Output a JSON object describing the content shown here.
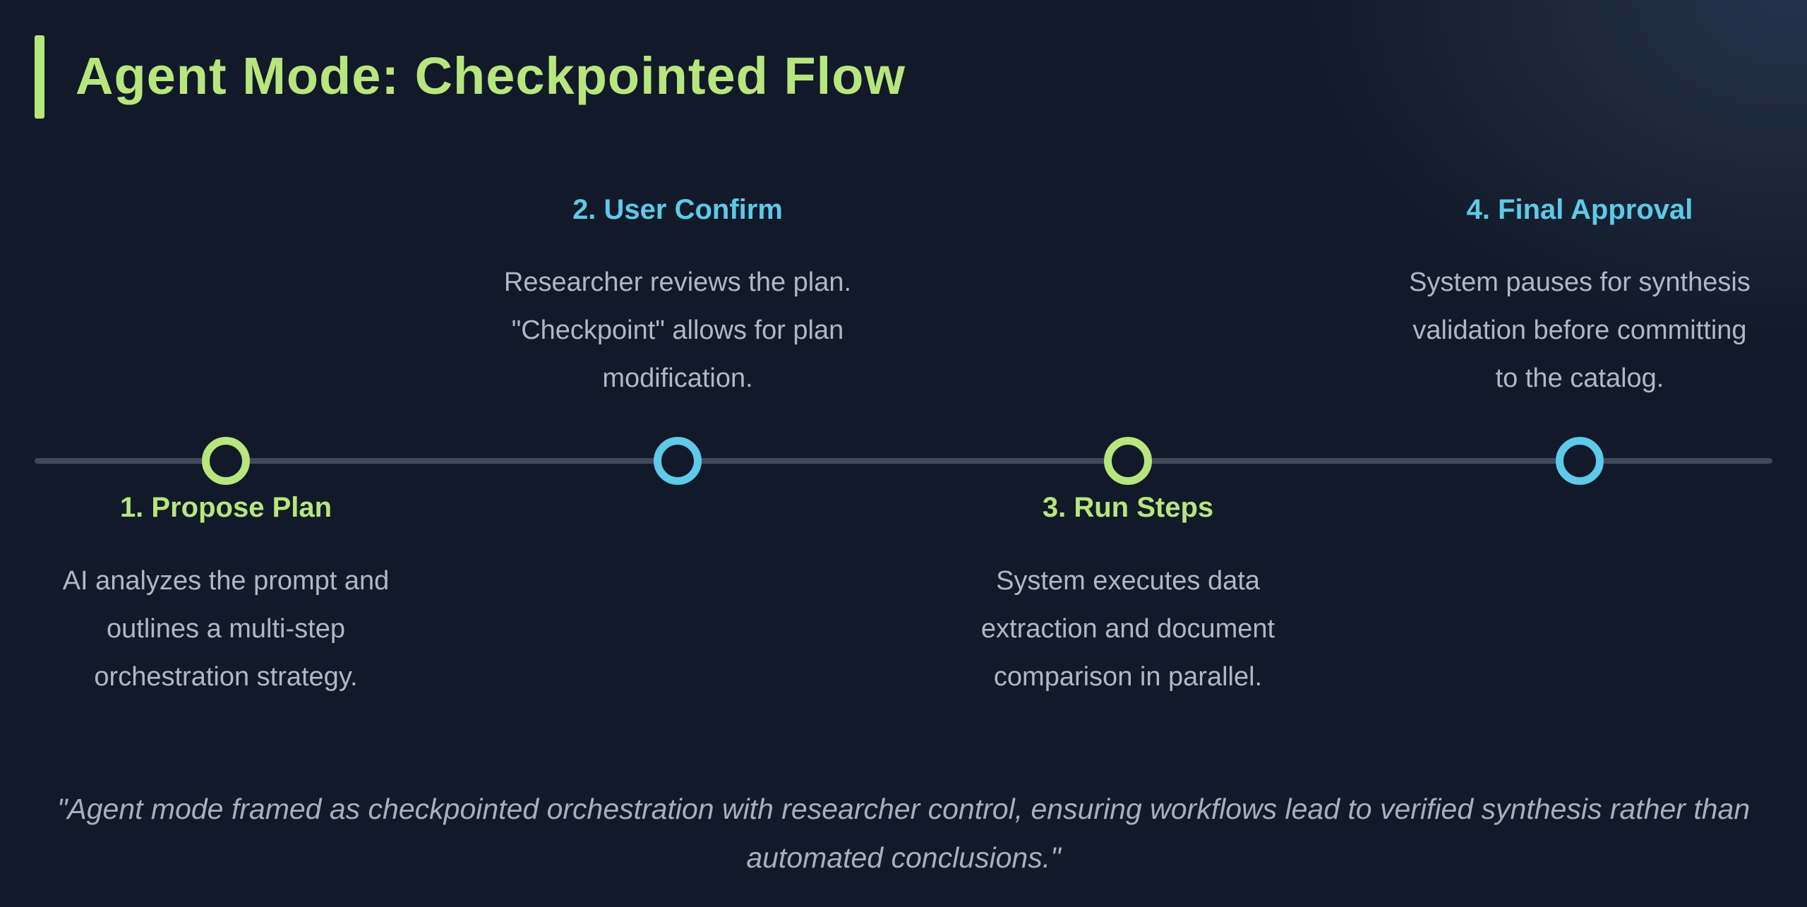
{
  "title": "Agent Mode: Checkpointed Flow",
  "colors": {
    "background": "#121a29",
    "accent_green": "#b7e67e",
    "accent_blue": "#5ec9e8",
    "timeline_line": "#3e4a5a",
    "body_text": "#b0b8c4",
    "quote_text": "#a8b0be"
  },
  "timeline": {
    "steps": [
      {
        "label": "1. Propose Plan",
        "color": "#b7e67e",
        "position": "below",
        "description": [
          "AI analyzes the prompt and",
          "outlines a multi-step",
          "orchestration strategy."
        ]
      },
      {
        "label": "2. User Confirm",
        "color": "#5ec9e8",
        "position": "above",
        "description": [
          "Researcher reviews the plan.",
          "\"Checkpoint\" allows for plan",
          "modification."
        ]
      },
      {
        "label": "3. Run Steps",
        "color": "#b7e67e",
        "position": "below",
        "description": [
          "System executes data",
          "extraction and document",
          "comparison in parallel."
        ]
      },
      {
        "label": "4. Final Approval",
        "color": "#5ec9e8",
        "position": "above",
        "description": [
          "System pauses for synthesis",
          "validation before committing",
          "to the catalog."
        ]
      }
    ]
  },
  "quote": [
    "\"Agent mode framed as checkpointed orchestration with researcher control, ensuring workflows lead to verified synthesis rather than",
    "automated conclusions.\""
  ]
}
